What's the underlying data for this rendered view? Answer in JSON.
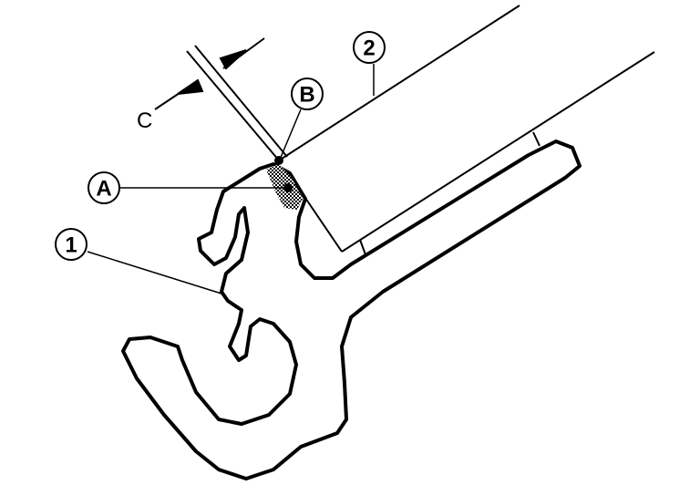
{
  "callouts": {
    "part_1": "1",
    "part_2": "2",
    "point_a": "A",
    "point_b": "B",
    "dimension_c": "C"
  }
}
